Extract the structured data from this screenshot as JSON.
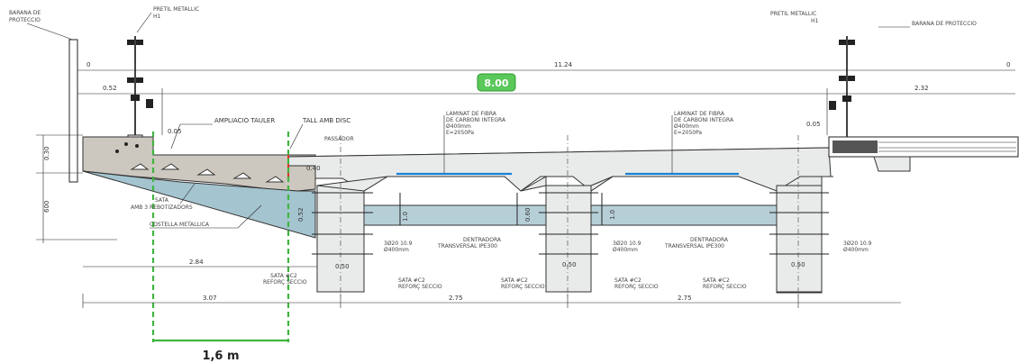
{
  "labels": {
    "barrier_left": [
      "BARANA DE",
      "PROTECCIO"
    ],
    "railing_left": [
      "PRETIL METALLIC",
      "H1"
    ],
    "railing_right": [
      "PRETIL METALLIC",
      "H1"
    ],
    "barrier_right": "BARANA DE PROTECCIO",
    "widening": "AMPLIACIO TAULER",
    "cut_joint": "TALL AMB DISC",
    "walkway": "PASSADOR",
    "lamination_1": [
      "LAMINAT DE FIBRA",
      "DE CARBONI INTEGRA",
      "Ø400mm",
      "E=2050Pa"
    ],
    "lamination_2": [
      "LAMINAT DE FIBRA",
      "DE CARBONI INTEGRA",
      "Ø400mm",
      "E=2050Pa"
    ],
    "shoe": [
      "SATA",
      "AMB 3 REBOTIZADORS"
    ],
    "steel_bracket": "COSTELLA METALLICA",
    "stiffener_1": [
      "DENTRADORA",
      "TRANSVERSAL IPE300"
    ],
    "stiffener_2": [
      "DENTRADORA",
      "TRANSVERSAL IPE300"
    ],
    "rebar_1": [
      "3Ø20 10.9",
      "Ø400mm"
    ],
    "rebar_2": [
      "3Ø20 10.9",
      "Ø400mm"
    ],
    "rebar_3": [
      "3Ø20 10.9",
      "Ø400mm"
    ],
    "reinf_1": [
      "SATA #C2",
      "REFORÇ SECCIO"
    ],
    "reinf_2": [
      "SATA #C2",
      "REFORÇ SECCIO"
    ],
    "reinf_3": [
      "SATA #C2",
      "REFORÇ SECCIO"
    ],
    "reinf_4": [
      "SATA #C2",
      "REFORÇ SECCIO"
    ],
    "reinf_5": [
      "SATA #C2",
      "REFORÇ SECCIO"
    ]
  },
  "dimensions": {
    "total_width": "11.24",
    "carriageway": "8.00",
    "left_offset": "0.52",
    "right_offset": "2.32",
    "zero_left": "0",
    "zero_right": "0",
    "gap_left": "0.05",
    "gap_right": "0.05",
    "slab_thickness": "0.30",
    "deck_depth": "600",
    "deck_edge": "0.40",
    "beam_depth_1": "0.52",
    "beam_depth_2": "0.60",
    "web_depth": "1.0",
    "web_depth_2": "1.0",
    "pier_1": "0.50",
    "pier_2": "0.50",
    "pier_3": "0.50",
    "span_left": "2.84",
    "span_total": "3.07",
    "span_mid": "2.75",
    "span_right": "2.75"
  },
  "widening_span": "1,6 m",
  "colors": {
    "highlight": "#3fb53f",
    "cut": "#e03030",
    "lamination": "#1a7fd6",
    "steel": "#a4c4cf"
  }
}
